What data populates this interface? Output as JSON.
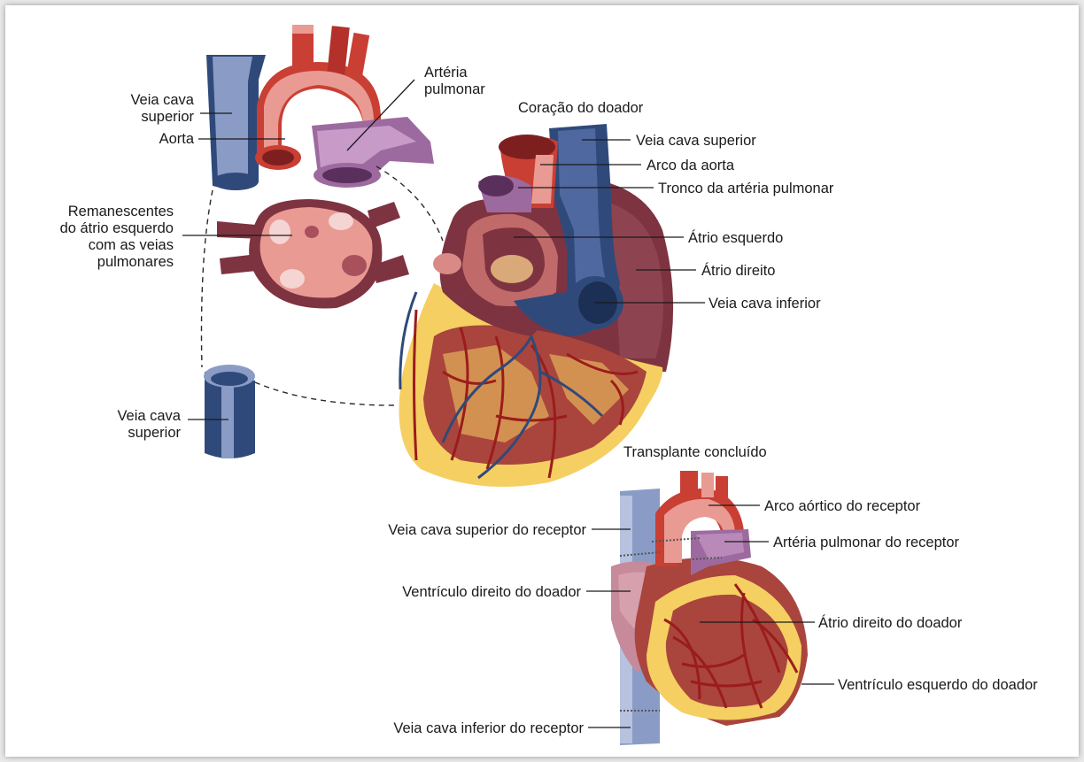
{
  "colors": {
    "background": "#ffffff",
    "vein_blue": "#2f4a7a",
    "vein_light": "#8a9cc6",
    "aorta_red": "#c93f34",
    "aorta_pink": "#e99a93",
    "pulmonary_purple": "#9d6a9f",
    "muscle_maroon": "#7e3340",
    "fat_yellow": "#f5cf62",
    "vessel_red": "#9b1c1c"
  },
  "labels": {
    "veia_cava_superior_top_l1": "Veia cava",
    "veia_cava_superior_top_l2": "superior",
    "aorta": "Aorta",
    "arteria_pulmonar_l1": "Artéria",
    "arteria_pulmonar_l2": "pulmonar",
    "remanescentes_l1": "Remanescentes",
    "remanescentes_l2": "do átrio esquerdo",
    "remanescentes_l3": "com as veias",
    "remanescentes_l4": "pulmonares",
    "veia_cava_superior_bottom_l1": "Veia cava",
    "veia_cava_superior_bottom_l2": "superior",
    "coracao_doador": "Coração do doador",
    "donor_veia_cava_superior": "Veia cava superior",
    "donor_arco_aorta": "Arco da aorta",
    "donor_tronco_pulmonar": "Tronco da artéria pulmonar",
    "donor_atrio_esquerdo": "Átrio esquerdo",
    "donor_atrio_direito": "Átrio direito",
    "donor_veia_cava_inferior": "Veia cava inferior",
    "transplante_concluido": "Transplante concluído",
    "arco_aortico_receptor": "Arco aórtico do receptor",
    "veia_cava_superior_receptor": "Veia cava superior do receptor",
    "arteria_pulmonar_receptor": "Artéria pulmonar do receptor",
    "ventriculo_direito_doador": "Ventrículo direito do doador",
    "atrio_direito_doador": "Átrio direito do doador",
    "ventriculo_esquerdo_doador": "Ventrículo esquerdo do doador",
    "veia_cava_inferior_receptor": "Veia cava inferior do receptor"
  }
}
